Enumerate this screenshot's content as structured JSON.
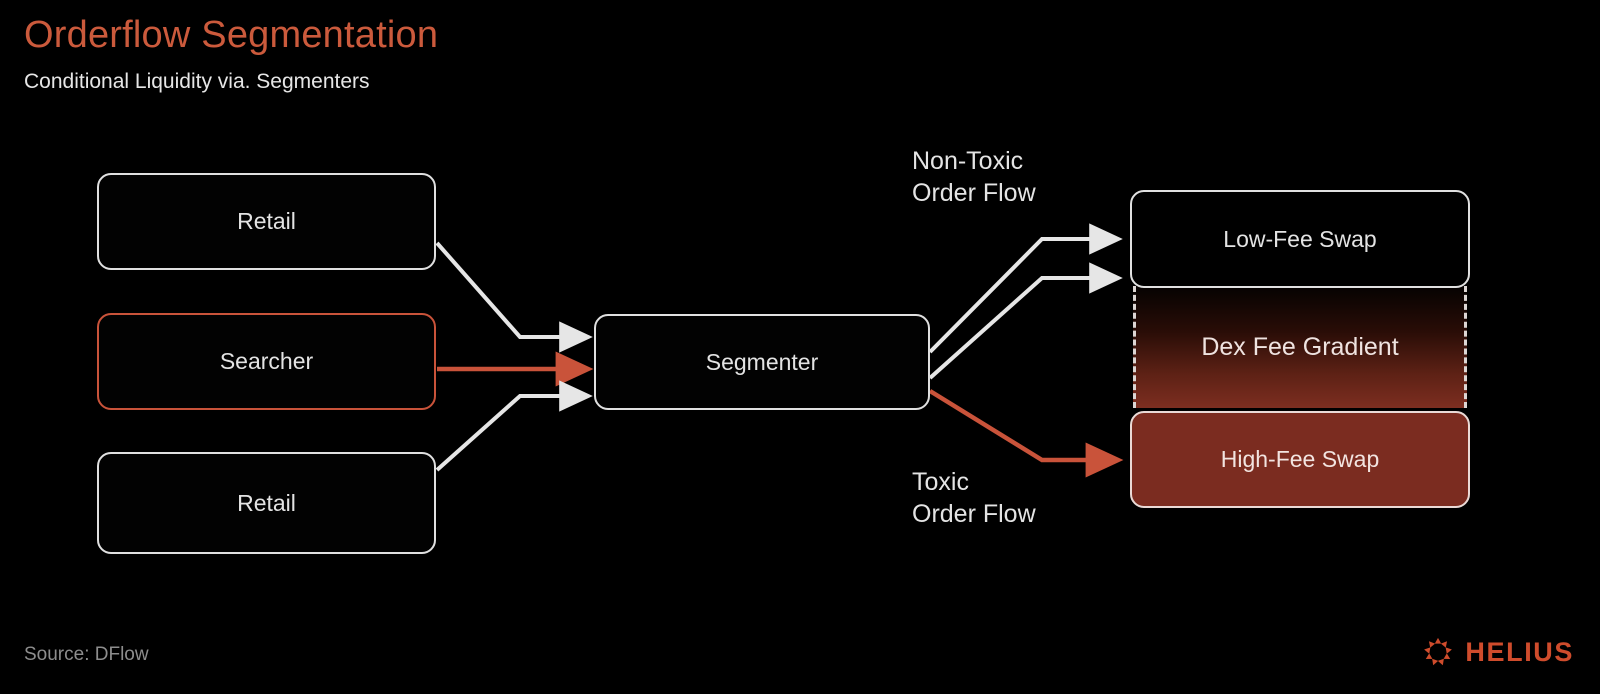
{
  "header": {
    "title": "Orderflow Segmentation",
    "subtitle": "Conditional Liquidity via. Segmenters"
  },
  "colors": {
    "background": "#000000",
    "accent": "#cb5a3c",
    "arrow_white": "#e6e6e6",
    "arrow_toxic": "#c9533a",
    "high_fee_fill": "#7b2c20",
    "gradient_top": "#050201",
    "gradient_bottom": "#7d2e20",
    "muted_text": "#8d8d8d"
  },
  "diagram": {
    "sources": [
      {
        "id": "retail-top",
        "label": "Retail",
        "style": "white"
      },
      {
        "id": "searcher",
        "label": "Searcher",
        "style": "accent"
      },
      {
        "id": "retail-bottom",
        "label": "Retail",
        "style": "white"
      }
    ],
    "processor": {
      "id": "segmenter",
      "label": "Segmenter"
    },
    "flow_labels": [
      {
        "id": "non-toxic",
        "text": "Non-Toxic\nOrder Flow"
      },
      {
        "id": "toxic",
        "text": "Toxic\nOrder Flow"
      }
    ],
    "destinations": [
      {
        "id": "low-fee-swap",
        "label": "Low-Fee Swap",
        "style": "outline"
      },
      {
        "id": "dex-fee-gradient",
        "label": "Dex Fee Gradient",
        "style": "gradient-dashed"
      },
      {
        "id": "high-fee-swap",
        "label": "High-Fee Swap",
        "style": "filled"
      }
    ],
    "edges": [
      {
        "from": "retail-top",
        "to": "segmenter",
        "color": "white"
      },
      {
        "from": "searcher",
        "to": "segmenter",
        "color": "accent"
      },
      {
        "from": "retail-bottom",
        "to": "segmenter",
        "color": "white"
      },
      {
        "from": "segmenter",
        "to": "low-fee-swap",
        "color": "white"
      },
      {
        "from": "segmenter",
        "to": "low-fee-swap",
        "color": "white"
      },
      {
        "from": "segmenter",
        "to": "high-fee-swap",
        "color": "accent"
      }
    ]
  },
  "footer": {
    "source": "Source: DFlow",
    "brand": "HELIUS",
    "brand_icon": "helius-sun-icon"
  }
}
